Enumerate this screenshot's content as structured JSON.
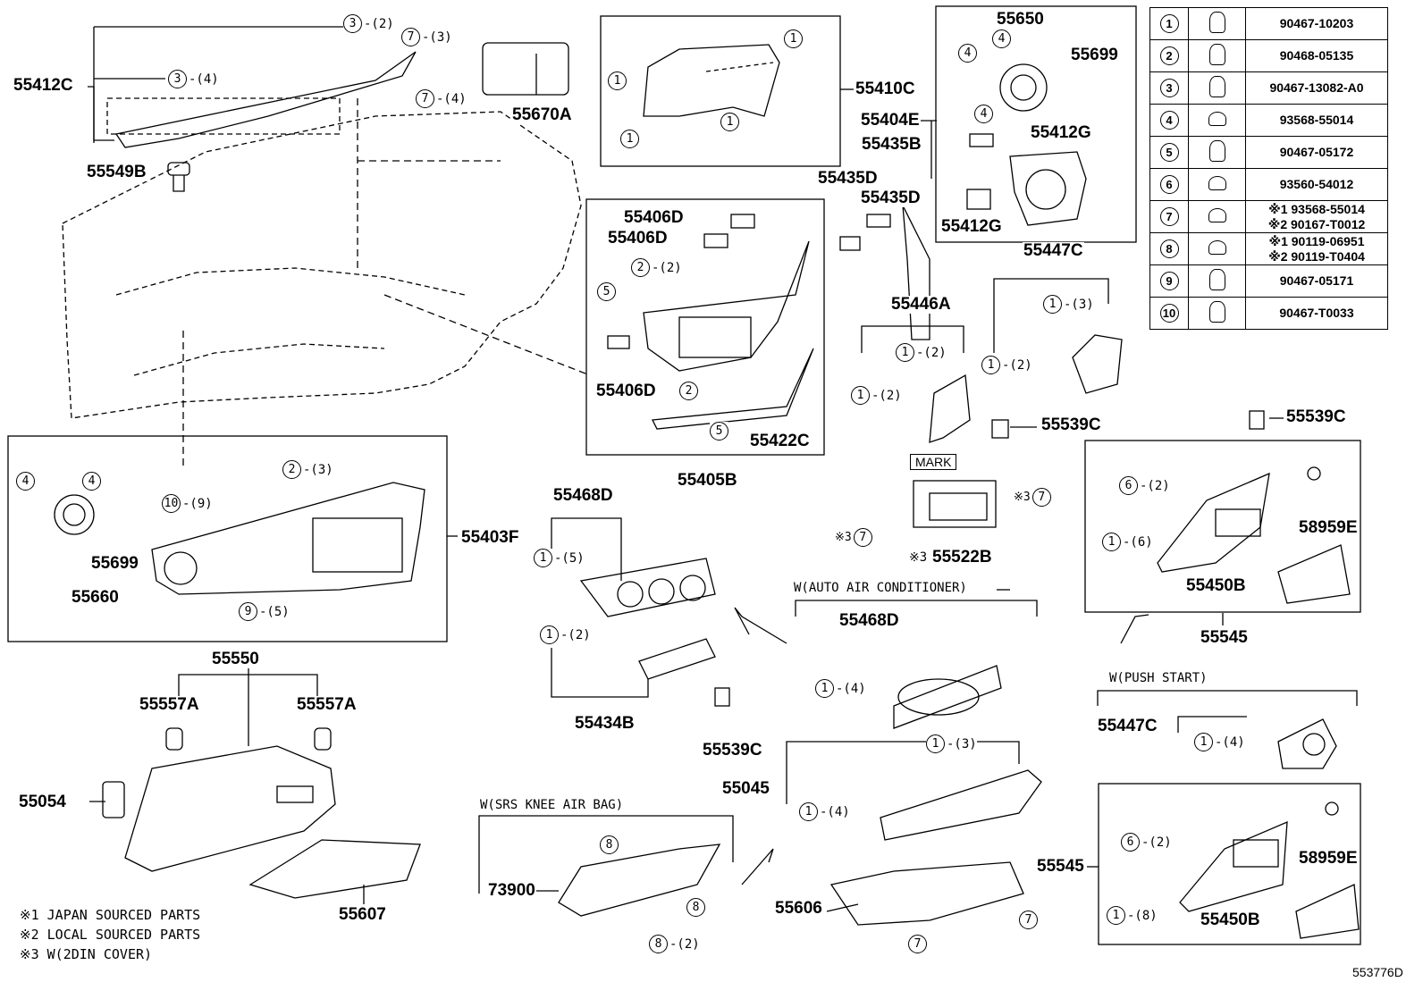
{
  "diagram_id": "553776D",
  "notes": [
    "※1 JAPAN SOURCED PARTS",
    "※2 LOCAL SOURCED PARTS",
    "※3 W(2DIN COVER)"
  ],
  "conditions": {
    "auto_ac": "W(AUTO AIR CONDITIONER)",
    "srs_knee": "W(SRS KNEE AIR BAG)",
    "push_start": "W(PUSH START)"
  },
  "mark_label": "MARK",
  "legend": [
    {
      "n": "1",
      "icon": "clip-icon",
      "part": "90467-10203"
    },
    {
      "n": "2",
      "icon": "clip-icon",
      "part": "90468-05135"
    },
    {
      "n": "3",
      "icon": "clip-icon",
      "part": "90467-13082-A0"
    },
    {
      "n": "4",
      "icon": "screw-icon",
      "part": "93568-55014"
    },
    {
      "n": "5",
      "icon": "clip-icon",
      "part": "90467-05172"
    },
    {
      "n": "6",
      "icon": "screw-icon",
      "part": "93560-54012"
    },
    {
      "n": "7",
      "icon": "screw-icon",
      "part": "※1 93568-55014",
      "part2": "※2 90167-T0012"
    },
    {
      "n": "8",
      "icon": "screw-icon",
      "part": "※1 90119-06951",
      "part2": "※2 90119-T0404"
    },
    {
      "n": "9",
      "icon": "clip-icon",
      "part": "90467-05171"
    },
    {
      "n": "10",
      "icon": "clip-icon",
      "part": "90467-T0033"
    }
  ],
  "parts": {
    "p55412C": "55412C",
    "p55549B": "55549B",
    "p55670A": "55670A",
    "p55410C": "55410C",
    "p55650": "55650",
    "p55699a": "55699",
    "p55404E": "55404E",
    "p55435B": "55435B",
    "p55412G1": "55412G",
    "p55412G2": "55412G",
    "p55435D1": "55435D",
    "p55435D2": "55435D",
    "p55406D1": "55406D",
    "p55406D2": "55406D",
    "p55406D3": "55406D",
    "p55447C1": "55447C",
    "p55446A": "55446A",
    "p55422C": "55422C",
    "p55405B": "55405B",
    "p55539C1": "55539C",
    "p55539C2": "55539C",
    "p55539C3": "55539C",
    "p55403F": "55403F",
    "p55699b": "55699",
    "p55660": "55660",
    "p55468D1": "55468D",
    "p55468D2": "55468D",
    "p55522B": "55522B",
    "p58959E1": "58959E",
    "p58959E2": "58959E",
    "p55450B1": "55450B",
    "p55450B2": "55450B",
    "p55545a": "55545",
    "p55545b": "55545",
    "p55434B": "55434B",
    "p55550": "55550",
    "p55557A1": "55557A",
    "p55557A2": "55557A",
    "p55054": "55054",
    "p55607": "55607",
    "p55045": "55045",
    "p73900": "73900",
    "p55606": "55606",
    "p55447C2": "55447C"
  },
  "callouts": {
    "c1": {
      "n": "3",
      "q": "-(2)"
    },
    "c2": {
      "n": "3",
      "q": "-(4)"
    },
    "c3": {
      "n": "7",
      "q": "-(3)"
    },
    "c4": {
      "n": "7",
      "q": "-(4)"
    },
    "c5": {
      "n": "1",
      "q": ""
    },
    "c6": {
      "n": "1",
      "q": ""
    },
    "c7": {
      "n": "1",
      "q": ""
    },
    "c8": {
      "n": "1",
      "q": ""
    },
    "c9": {
      "n": "4",
      "q": ""
    },
    "c10": {
      "n": "4",
      "q": ""
    },
    "c11": {
      "n": "2",
      "q": "-(2)"
    },
    "c12": {
      "n": "5",
      "q": ""
    },
    "c13": {
      "n": "2",
      "q": ""
    },
    "c14": {
      "n": "5",
      "q": ""
    },
    "c15": {
      "n": "1",
      "q": "-(2)"
    },
    "c16": {
      "n": "1",
      "q": "-(2)"
    },
    "c17": {
      "n": "1",
      "q": "-(3)"
    },
    "c18": {
      "n": "1",
      "q": "-(2)"
    },
    "c19": {
      "n": "4",
      "q": ""
    },
    "c20": {
      "n": "4",
      "q": ""
    },
    "c21": {
      "n": "4",
      "q": ""
    },
    "c22": {
      "n": "10",
      "q": "-(9)"
    },
    "c23": {
      "n": "2",
      "q": "-(3)"
    },
    "c24": {
      "n": "9",
      "q": "-(5)"
    },
    "c25": {
      "n": "1",
      "q": "-(5)"
    },
    "c26": {
      "n": "1",
      "q": "-(2)"
    },
    "c27": {
      "n": "7",
      "q": ""
    },
    "c28": {
      "n": "7",
      "q": ""
    },
    "c29": {
      "n": "6",
      "q": "-(2)"
    },
    "c30": {
      "n": "1",
      "q": "-(6)"
    },
    "c31": {
      "n": "1",
      "q": "-(4)"
    },
    "c32": {
      "n": "1",
      "q": "-(3)"
    },
    "c33": {
      "n": "1",
      "q": "-(4)"
    },
    "c34": {
      "n": "8",
      "q": ""
    },
    "c35": {
      "n": "8",
      "q": ""
    },
    "c36": {
      "n": "8",
      "q": "-(2)"
    },
    "c37": {
      "n": "7",
      "q": ""
    },
    "c38": {
      "n": "7",
      "q": ""
    },
    "c39": {
      "n": "1",
      "q": "-(4)"
    },
    "c40": {
      "n": "6",
      "q": "-(2)"
    },
    "c41": {
      "n": "1",
      "q": "-(8)"
    }
  },
  "kome": {
    "k1": "※3",
    "k2": "※3",
    "k3": "※3"
  }
}
